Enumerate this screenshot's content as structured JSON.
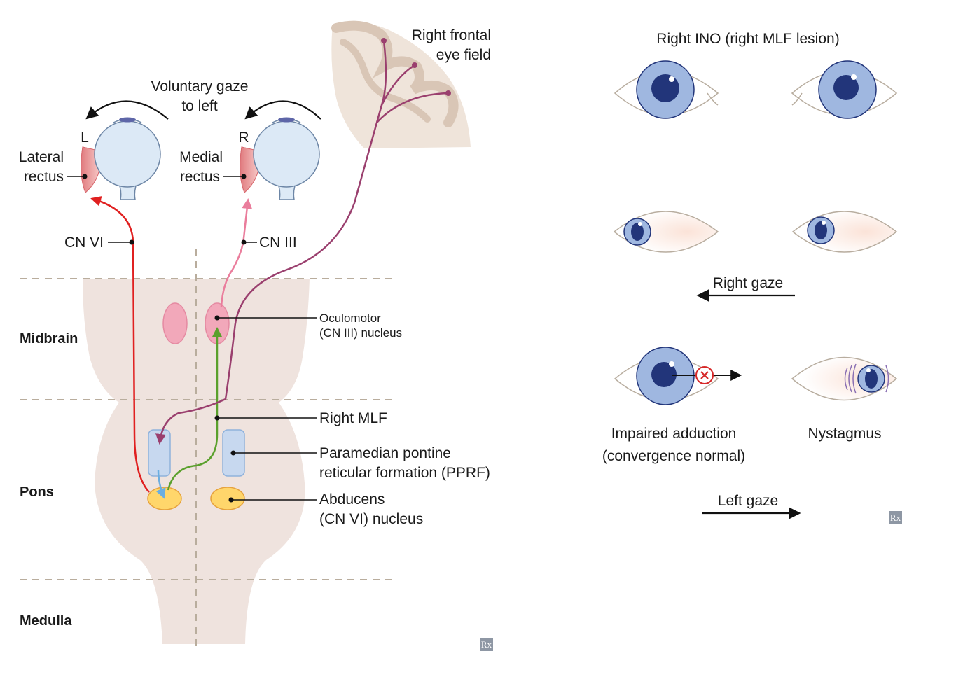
{
  "colors": {
    "brainstem": "#efe3de",
    "cn3_nucleus": "#f2a8ba",
    "pprf": "#c7d8ef",
    "abducens": "#ffd66b",
    "cn6_path": "#e02020",
    "cn3_path": "#ea7d9c",
    "mlf_path": "#5aa02c",
    "fef_path": "#9a3f6e",
    "pprf_path": "#6baee0",
    "iris": "#9fb7e0",
    "pupil": "#22357a",
    "sclera_tint": "#fbe7dc",
    "muscle": "#e6888a",
    "cortex": "#e6d8cc"
  },
  "left_panel": {
    "gaze_label_line1": "Voluntary gaze",
    "gaze_label_line2": "to left",
    "eye_left_letter": "L",
    "eye_right_letter": "R",
    "lateral_rectus_line1": "Lateral",
    "lateral_rectus_line2": "rectus",
    "medial_rectus_line1": "Medial",
    "medial_rectus_line2": "rectus",
    "fef_line1": "Right frontal",
    "fef_line2": "eye field",
    "cn6": "CN VI",
    "cn3": "CN III",
    "midbrain": "Midbrain",
    "pons": "Pons",
    "medulla": "Medulla",
    "oculomotor_line1": "Oculomotor",
    "oculomotor_line2": "(CN III) nucleus",
    "mlf": "Right MLF",
    "pprf_line1": "Paramedian pontine",
    "pprf_line2": "reticular formation (PPRF)",
    "abducens_line1": "Abducens",
    "abducens_line2": "(CN VI) nucleus",
    "logo": "Rx"
  },
  "right_panel": {
    "title": "Right INO (right MLF lesion)",
    "right_gaze": "Right gaze",
    "impaired_line1": "Impaired adduction",
    "impaired_line2": "(convergence normal)",
    "nystagmus": "Nystagmus",
    "left_gaze": "Left gaze",
    "logo": "Rx"
  }
}
